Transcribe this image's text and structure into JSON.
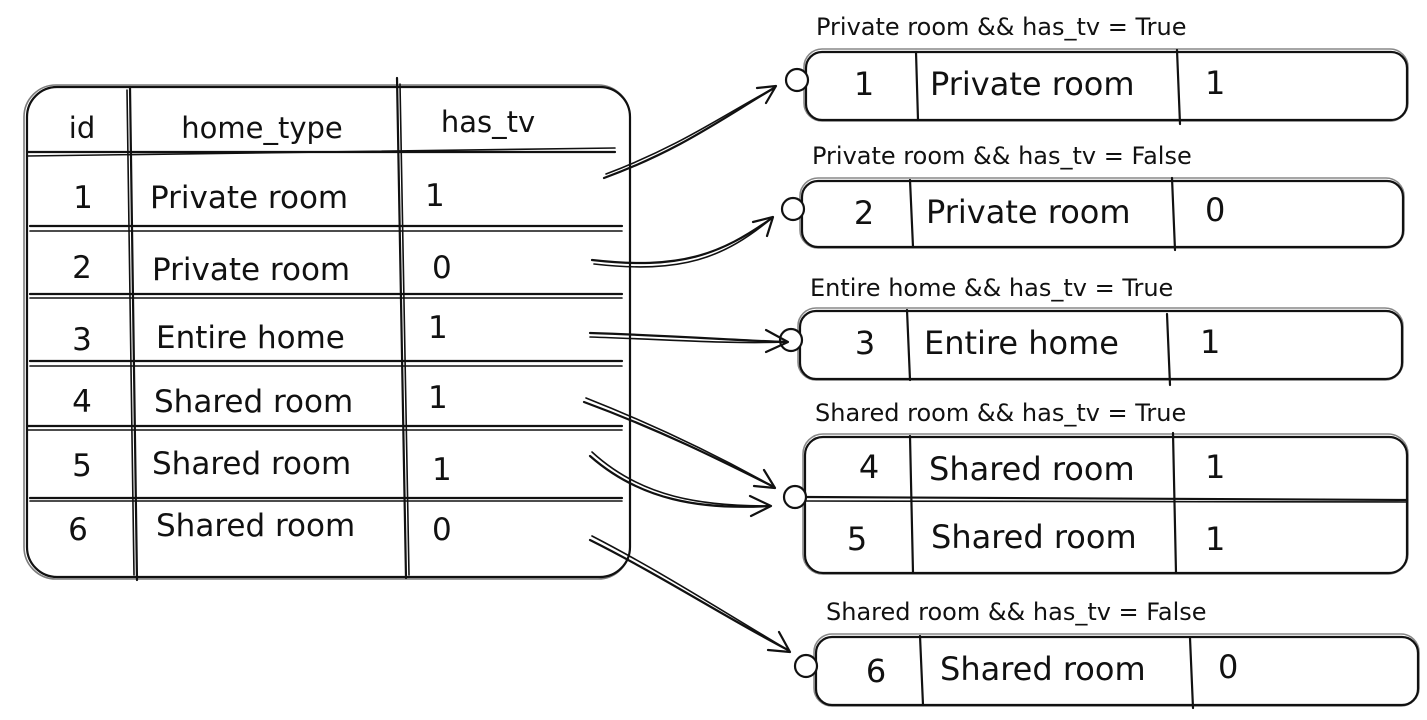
{
  "source_table": {
    "headers": {
      "id": "id",
      "home_type": "home_type",
      "has_tv": "has_tv"
    },
    "rows": [
      {
        "id": "1",
        "home_type": "Private room",
        "has_tv": "1"
      },
      {
        "id": "2",
        "home_type": "Private room",
        "has_tv": "0"
      },
      {
        "id": "3",
        "home_type": "Entire home",
        "has_tv": "1"
      },
      {
        "id": "4",
        "home_type": "Shared room",
        "has_tv": "1"
      },
      {
        "id": "5",
        "home_type": "Shared room",
        "has_tv": "1"
      },
      {
        "id": "6",
        "home_type": "Shared room",
        "has_tv": "0"
      }
    ]
  },
  "groups": [
    {
      "label": "Private room && has_tv = True",
      "rows": [
        {
          "id": "1",
          "home_type": "Private room",
          "has_tv": "1"
        }
      ]
    },
    {
      "label": "Private room && has_tv = False",
      "rows": [
        {
          "id": "2",
          "home_type": "Private room",
          "has_tv": "0"
        }
      ]
    },
    {
      "label": "Entire home && has_tv = True",
      "rows": [
        {
          "id": "3",
          "home_type": "Entire home",
          "has_tv": "1"
        }
      ]
    },
    {
      "label": "Shared room && has_tv = True",
      "rows": [
        {
          "id": "4",
          "home_type": "Shared room",
          "has_tv": "1"
        },
        {
          "id": "5",
          "home_type": "Shared room",
          "has_tv": "1"
        }
      ]
    },
    {
      "label": "Shared room && has_tv = False",
      "rows": [
        {
          "id": "6",
          "home_type": "Shared room",
          "has_tv": "0"
        }
      ]
    }
  ]
}
